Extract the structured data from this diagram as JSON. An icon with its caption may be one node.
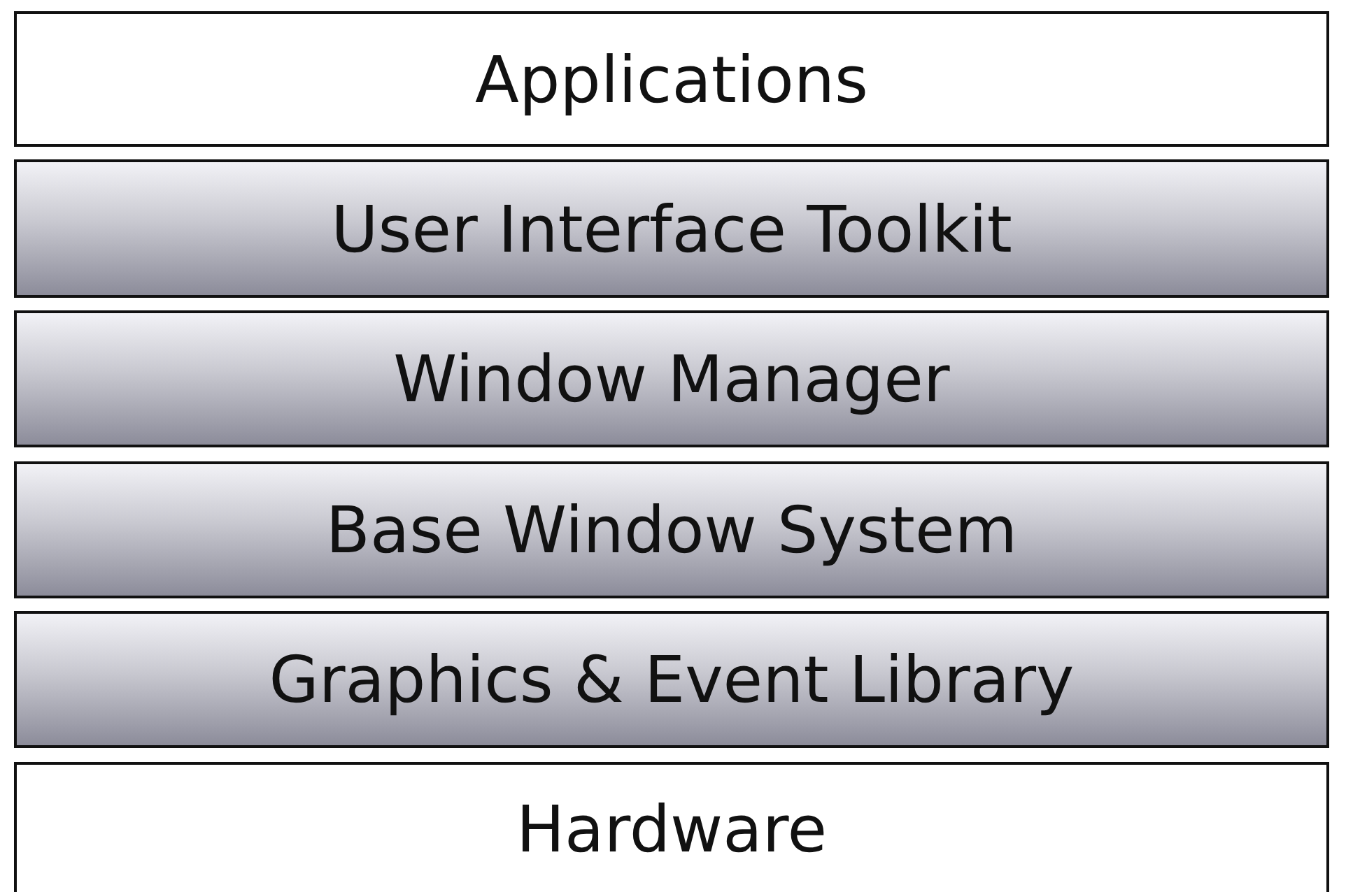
{
  "diagram": {
    "nodes": [
      {
        "text": [
          "Applications"
        ]
      },
      {
        "text": [
          "User Interface Toolkit"
        ]
      },
      {
        "text": [
          "Window Manager"
        ]
      },
      {
        "text": [
          "Base Window System"
        ]
      },
      {
        "text": [
          "Graphics & Event Library"
        ]
      },
      {
        "text": [
          "Hardware"
        ]
      }
    ]
  }
}
